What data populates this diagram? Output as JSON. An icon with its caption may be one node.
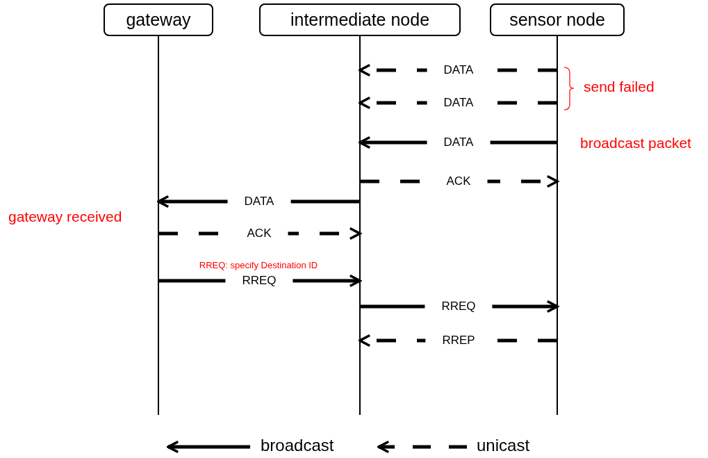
{
  "diagram": {
    "nodes": [
      {
        "text": [
          "gateway"
        ]
      },
      {
        "text": [
          "intermediate node"
        ]
      },
      {
        "text": [
          "sensor node"
        ]
      }
    ],
    "edges": [
      {
        "from": 2,
        "to": 1,
        "arrow": "to",
        "label": "DATA",
        "style": "dashed"
      },
      {
        "from": 2,
        "to": 1,
        "arrow": "to",
        "label": "DATA",
        "style": "dashed"
      },
      {
        "from": 2,
        "to": 1,
        "arrow": "to",
        "label": "DATA"
      },
      {
        "from": 1,
        "to": 2,
        "arrow": "to",
        "label": "ACK",
        "style": "dashed"
      },
      {
        "from": 1,
        "to": 0,
        "arrow": "to",
        "label": "DATA"
      },
      {
        "from": 0,
        "to": 1,
        "arrow": "to",
        "label": "ACK",
        "style": "dashed"
      },
      {
        "from": 0,
        "to": 1,
        "arrow": "to",
        "label": "RREQ"
      },
      {
        "from": 1,
        "to": 2,
        "arrow": "to",
        "label": "RREQ"
      },
      {
        "from": 2,
        "to": 1,
        "arrow": "to",
        "label": "RREP",
        "style": "dashed"
      }
    ],
    "labels": [
      "send failed",
      "broadcast packet",
      "gateway received",
      "RREQ: specify Destination ID"
    ],
    "legend": [
      {
        "text": "broadcast"
      },
      {
        "text": "unicast"
      }
    ]
  }
}
